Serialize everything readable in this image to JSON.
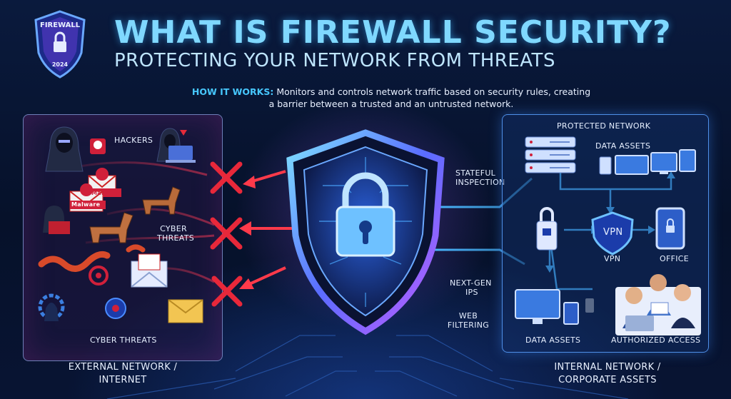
{
  "badge": {
    "title": "FIREWALL",
    "year": "2024"
  },
  "header": {
    "title": "WHAT IS FIREWALL SECURITY?",
    "subtitle": "PROTECTING YOUR NETWORK FROM THREATS"
  },
  "how_it_works": {
    "label": "HOW IT WORKS:",
    "text": "Monitors and controls network traffic based on security rules, creating a barrier between a trusted and an untrusted network."
  },
  "external": {
    "hackers_label": "HACKERS",
    "malware_tag_1": "Malware",
    "malware_tag_2": "Malware",
    "cyber_threats_label": "CYBER THREATS",
    "cyber_threats_bottom": "CYBER THREATS",
    "footer_line1": "EXTERNAL NETWORK /",
    "footer_line2": "INTERNET"
  },
  "middle": {
    "stateful_line1": "STATEFUL",
    "stateful_line2": "INSPECTION",
    "nextgen_line1": "NEXT-GEN",
    "nextgen_line2": "IPS",
    "web_line1": "WEB",
    "web_line2": "FILTERING"
  },
  "internal": {
    "protected_label": "PROTECTED NETWORK",
    "data_assets_top": "DATA ASSETS",
    "vpn_badge": "VPN",
    "vpn_label": "VPN",
    "office_label": "OFFICE",
    "data_assets_bottom": "DATA ASSETS",
    "authorized_label": "AUTHORIZED ACCESS",
    "footer_line1": "INTERNAL NETWORK /",
    "footer_line2": "CORPORATE ASSETS"
  },
  "colors": {
    "title": "#7fd8ff",
    "threat_red": "#e8283a",
    "traffic_blue": "#49b8ff",
    "shield_purple": "#a45cff"
  }
}
